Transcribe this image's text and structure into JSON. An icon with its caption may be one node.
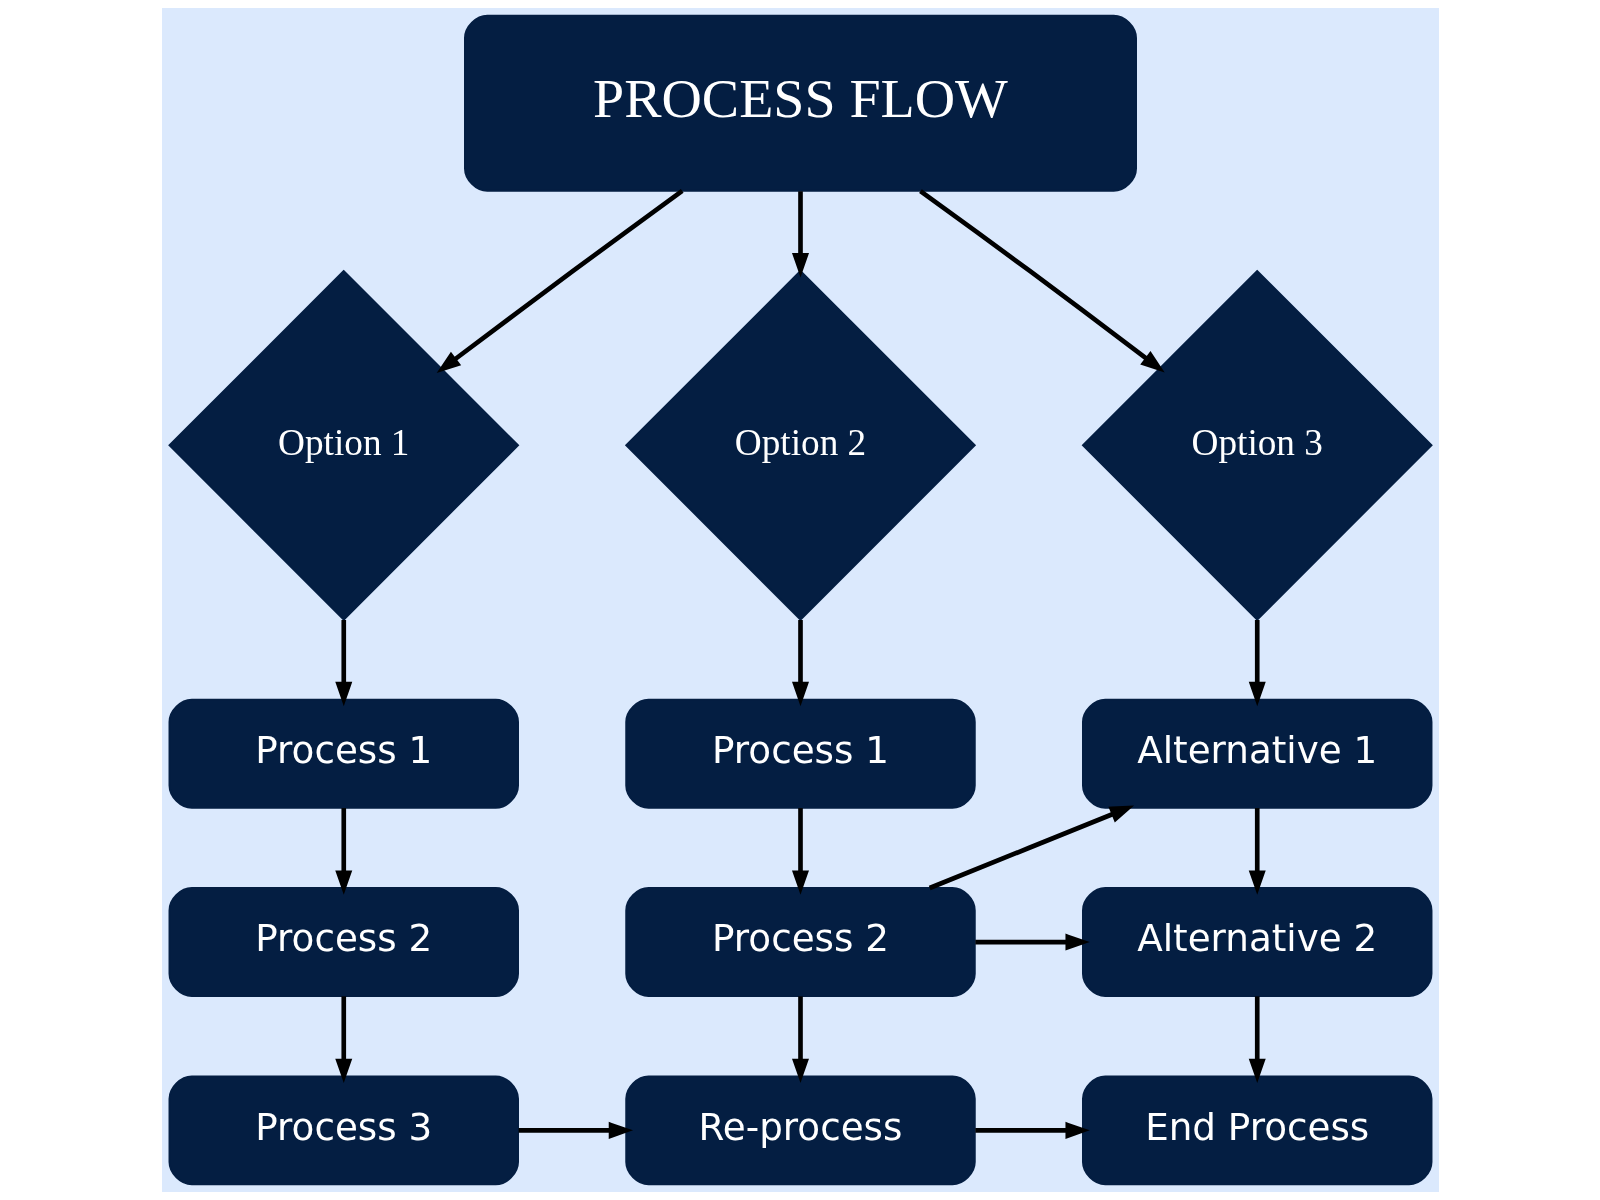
{
  "diagram": {
    "nodes": [
      {
        "text": [
          "PROCESS FLOW"
        ]
      },
      {
        "text": [
          "Option 1"
        ]
      },
      {
        "text": [
          "Option 2"
        ]
      },
      {
        "text": [
          "Option 3"
        ]
      },
      {
        "text": [
          "Process 1"
        ]
      },
      {
        "text": [
          "Process 1"
        ]
      },
      {
        "text": [
          "Alternative 1"
        ]
      },
      {
        "text": [
          "Process 2"
        ]
      },
      {
        "text": [
          "Process 2"
        ]
      },
      {
        "text": [
          "Alternative 2"
        ]
      },
      {
        "text": [
          "Process 3"
        ]
      },
      {
        "text": [
          "Re-process"
        ]
      },
      {
        "text": [
          "End Process"
        ]
      }
    ],
    "edges": [
      {
        "from": 0,
        "to": 1,
        "arrow": "to"
      },
      {
        "from": 0,
        "to": 2,
        "arrow": "to"
      },
      {
        "from": 0,
        "to": 3,
        "arrow": "to"
      },
      {
        "from": 1,
        "to": 4,
        "arrow": "to"
      },
      {
        "from": 2,
        "to": 5,
        "arrow": "to"
      },
      {
        "from": 3,
        "to": 6,
        "arrow": "to"
      },
      {
        "from": 4,
        "to": 7,
        "arrow": "to"
      },
      {
        "from": 5,
        "to": 8,
        "arrow": "to"
      },
      {
        "from": 6,
        "to": 9,
        "arrow": "to"
      },
      {
        "from": 7,
        "to": 10,
        "arrow": "to"
      },
      {
        "from": 8,
        "to": 11,
        "arrow": "to"
      },
      {
        "from": 9,
        "to": 12,
        "arrow": "to"
      },
      {
        "from": 8,
        "to": 6,
        "arrow": "to"
      },
      {
        "from": 8,
        "to": 9,
        "arrow": "to"
      },
      {
        "from": 10,
        "to": 11,
        "arrow": "to"
      },
      {
        "from": 11,
        "to": 12,
        "arrow": "to"
      }
    ]
  }
}
